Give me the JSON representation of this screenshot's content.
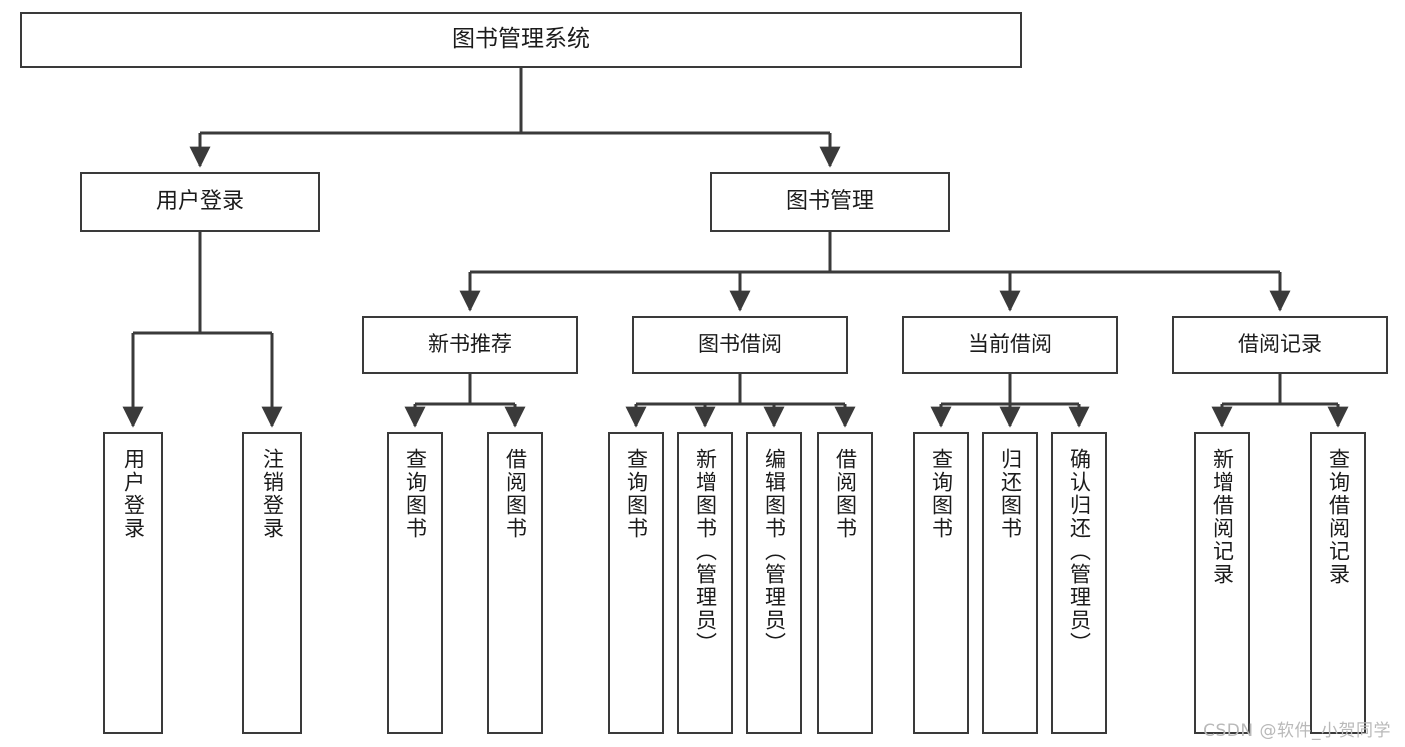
{
  "diagram": {
    "title": "图书管理系统",
    "watermark": "CSDN @软件_小贺同学",
    "colors": {
      "background": "#ffffff",
      "box_border": "#3a3a3a",
      "box_fill": "#ffffff",
      "connector": "#3a3a3a",
      "text": "#1b1b1b",
      "watermark": "#b9b9b9"
    },
    "root": {
      "label": "图书管理系统"
    },
    "level1": [
      {
        "label": "用户登录"
      },
      {
        "label": "图书管理"
      }
    ],
    "level2": [
      {
        "label": "新书推荐"
      },
      {
        "label": "图书借阅"
      },
      {
        "label": "当前借阅"
      },
      {
        "label": "借阅记录"
      }
    ],
    "leaves": {
      "user_login": [
        {
          "label": "用户登录"
        },
        {
          "label": "注销登录"
        }
      ],
      "new_book_recommend": [
        {
          "label": "查询图书"
        },
        {
          "label": "借阅图书"
        }
      ],
      "book_borrow": [
        {
          "label": "查询图书"
        },
        {
          "label": "新增图书（管理员）"
        },
        {
          "label": "编辑图书（管理员）"
        },
        {
          "label": "借阅图书"
        }
      ],
      "current_borrow": [
        {
          "label": "查询图书"
        },
        {
          "label": "归还图书"
        },
        {
          "label": "确认归还（管理员）"
        }
      ],
      "borrow_record": [
        {
          "label": "新增借阅记录"
        },
        {
          "label": "查询借阅记录"
        }
      ]
    }
  }
}
